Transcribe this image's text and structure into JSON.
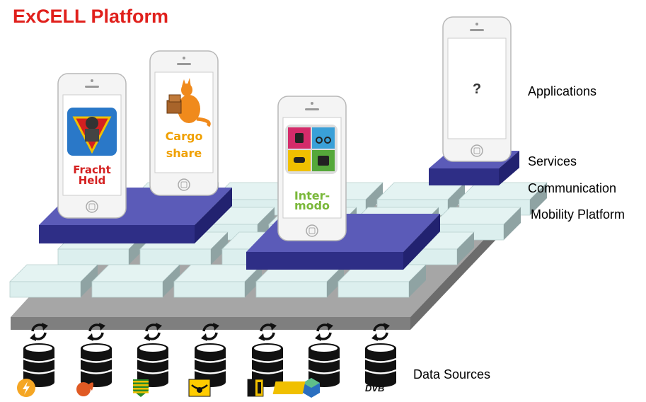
{
  "title": "ExCELL Platform",
  "layers": {
    "applications": "Applications",
    "services": "Services",
    "communication": "Communication",
    "mobility_platform": "Mobility Platform",
    "data_sources": "Data Sources"
  },
  "apps": [
    {
      "line1": "Fracht",
      "line2": "Held"
    },
    {
      "line1": "Cargo",
      "line2": "share"
    },
    {
      "line1": "Inter-",
      "line2": "modo"
    },
    {
      "line1": "?",
      "line2": ""
    }
  ],
  "data_source_logos": [
    "energy-logo",
    "squirrel-logo",
    "saxony-coat-of-arms",
    "deutsche-post-logo",
    "dresden-coat-of-arms",
    "hexagon-logo",
    "dvb-logo"
  ],
  "dvb_label": "DVB",
  "colors": {
    "title": "#e0201c",
    "service_block": "#3d3d96",
    "comm_block": "#dcefee",
    "platform": "#8a8a8a",
    "cargo_text": "#f0a000",
    "fracht_text": "#d42020",
    "intermodo_text": "#7ab83a"
  }
}
